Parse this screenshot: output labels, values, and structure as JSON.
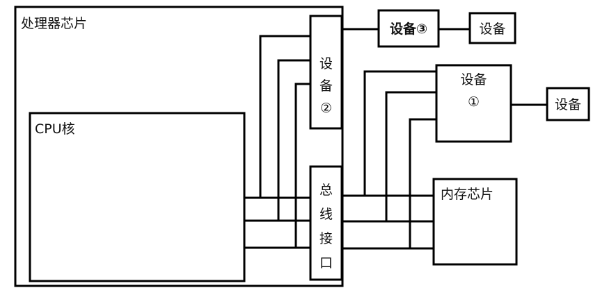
{
  "diagram": {
    "processor_chip": "处理器芯片",
    "cpu_core": "CPU核",
    "device2": [
      "设",
      "备",
      "②"
    ],
    "bus_interface": [
      "总",
      "线",
      "接",
      "口"
    ],
    "device3": "设备③",
    "device1": [
      "设备",
      "①"
    ],
    "memory_chip": "内存芯片",
    "device_leaf_a": "设备",
    "device_leaf_b": "设备"
  },
  "colors": {
    "line": "#000000",
    "text": "#111111",
    "background": "#ffffff"
  }
}
